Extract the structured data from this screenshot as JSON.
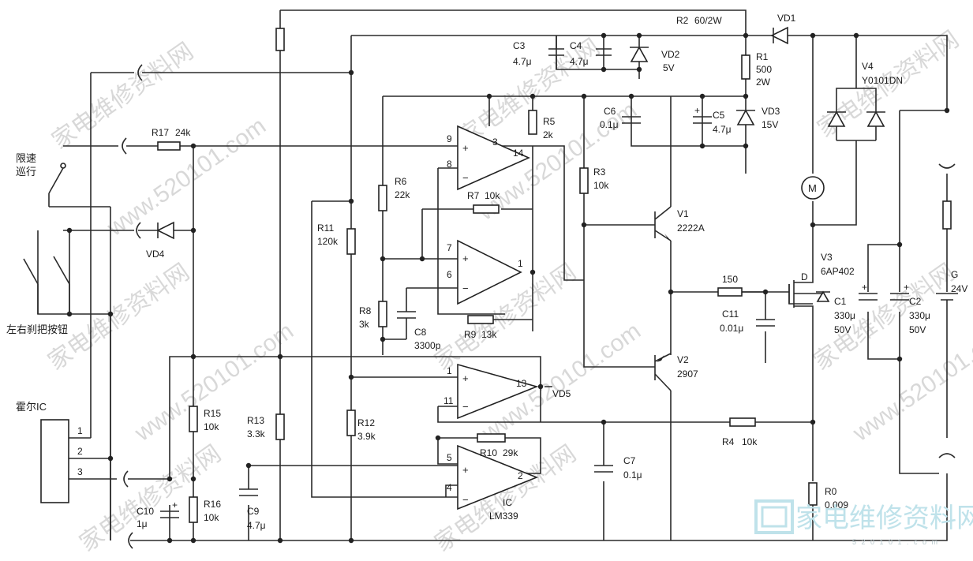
{
  "watermark": {
    "text_cn": "家电维修资料网",
    "text_url": "www.520101.com",
    "logo_text": "家电维修资料网",
    "logo_url": "5 2 0 1 0 1 . c o m"
  },
  "colors": {
    "wire": "#2a2a2a",
    "watermark": "#d8d8d8",
    "logo": "#bfe2ea"
  },
  "inputs": {
    "speed_switch": "限速\n巡行",
    "brake_buttons": "左右刹把按钮",
    "hall_ic": "霍尔IC",
    "hall_pins": [
      "1",
      "2",
      "3"
    ]
  },
  "resistors": [
    {
      "ref": "R2",
      "value": "60/2W"
    },
    {
      "ref": "R1",
      "value": "500",
      "extra": "2W"
    },
    {
      "ref": "R17",
      "value": "24k"
    },
    {
      "ref": "R5",
      "value": "2k"
    },
    {
      "ref": "R6",
      "value": "22k"
    },
    {
      "ref": "R7",
      "value": "10k"
    },
    {
      "ref": "R3",
      "value": "10k"
    },
    {
      "ref": "R11",
      "value": "120k"
    },
    {
      "ref": "R8",
      "value": "3k"
    },
    {
      "ref": "R9",
      "value": "13k"
    },
    {
      "ref": "R15",
      "value": "10k"
    },
    {
      "ref": "R13",
      "value": "3.3k"
    },
    {
      "ref": "R12",
      "value": "3.9k"
    },
    {
      "ref": "R10",
      "value": "29k"
    },
    {
      "ref": "R4",
      "value": "10k"
    },
    {
      "ref": "R16",
      "value": "10k"
    },
    {
      "ref": "R0",
      "value": "0.009"
    },
    {
      "ref": "150",
      "value": ""
    }
  ],
  "capacitors": [
    {
      "ref": "C3",
      "value": "4.7μ"
    },
    {
      "ref": "C4",
      "value": "4.7μ"
    },
    {
      "ref": "C6",
      "value": "0.1μ"
    },
    {
      "ref": "C5",
      "value": "4.7μ"
    },
    {
      "ref": "C8",
      "value": "3300p"
    },
    {
      "ref": "C11",
      "value": "0.01μ"
    },
    {
      "ref": "C7",
      "value": "0.1μ"
    },
    {
      "ref": "C9",
      "value": "4.7μ"
    },
    {
      "ref": "C10",
      "value": "1μ"
    },
    {
      "ref": "C1",
      "value": "330μ",
      "extra": "50V"
    },
    {
      "ref": "C2",
      "value": "330μ",
      "extra": "50V"
    }
  ],
  "diodes": [
    {
      "ref": "VD1",
      "value": ""
    },
    {
      "ref": "VD2",
      "value": "5V"
    },
    {
      "ref": "VD3",
      "value": "15V"
    },
    {
      "ref": "VD4",
      "value": ""
    },
    {
      "ref": "VD5",
      "value": ""
    },
    {
      "ref": "V4",
      "value": "Y0101DN"
    }
  ],
  "transistors": [
    {
      "ref": "V1",
      "value": "2222A"
    },
    {
      "ref": "V2",
      "value": "2907"
    },
    {
      "ref": "V3",
      "value": "6AP402"
    },
    {
      "ref": "D",
      "value": ""
    }
  ],
  "ic": {
    "ref": "IC",
    "part": "LM339",
    "pins": {
      "a_plus": "9",
      "a_minus": "8",
      "a_vcc": "3",
      "a_out": "14",
      "b_plus": "7",
      "b_minus": "6",
      "b_out": "1",
      "c_plus": "1",
      "c_minus": "11",
      "c_out": "13",
      "d_plus": "5",
      "d_minus": "4",
      "d_out": "2"
    }
  },
  "motor": {
    "symbol": "M"
  },
  "battery": {
    "ref": "G",
    "value": "24V"
  }
}
